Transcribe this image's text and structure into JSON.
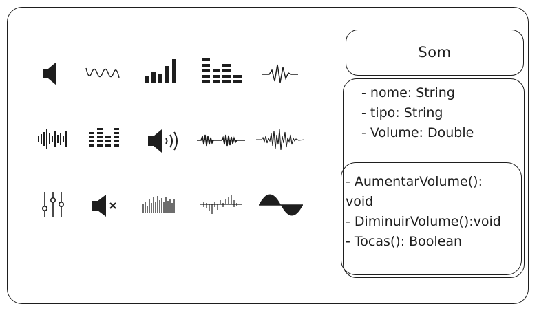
{
  "class_name": "Som",
  "attributes": [
    "- nome: String",
    "- tipo: String",
    "- Volume: Double"
  ],
  "methods": [
    "- AumentarVolume():",
    "void",
    "- DiminuirVolume():void",
    "- Tocas(): Boolean"
  ],
  "icons": [
    "speaker-icon",
    "sine-wave-icon",
    "signal-bars-icon",
    "equalizer-icon",
    "pulse-wave-icon",
    "sound-bars-icon",
    "equalizer-dots-icon",
    "speaker-volume-icon",
    "audio-wave-icon",
    "noise-wave-icon",
    "mixer-sliders-icon",
    "speaker-mute-icon",
    "waveform-bars-icon",
    "spike-wave-icon",
    "sine-period-icon"
  ],
  "colors": {
    "stroke": "#1e1e1e",
    "background": "#ffffff"
  }
}
